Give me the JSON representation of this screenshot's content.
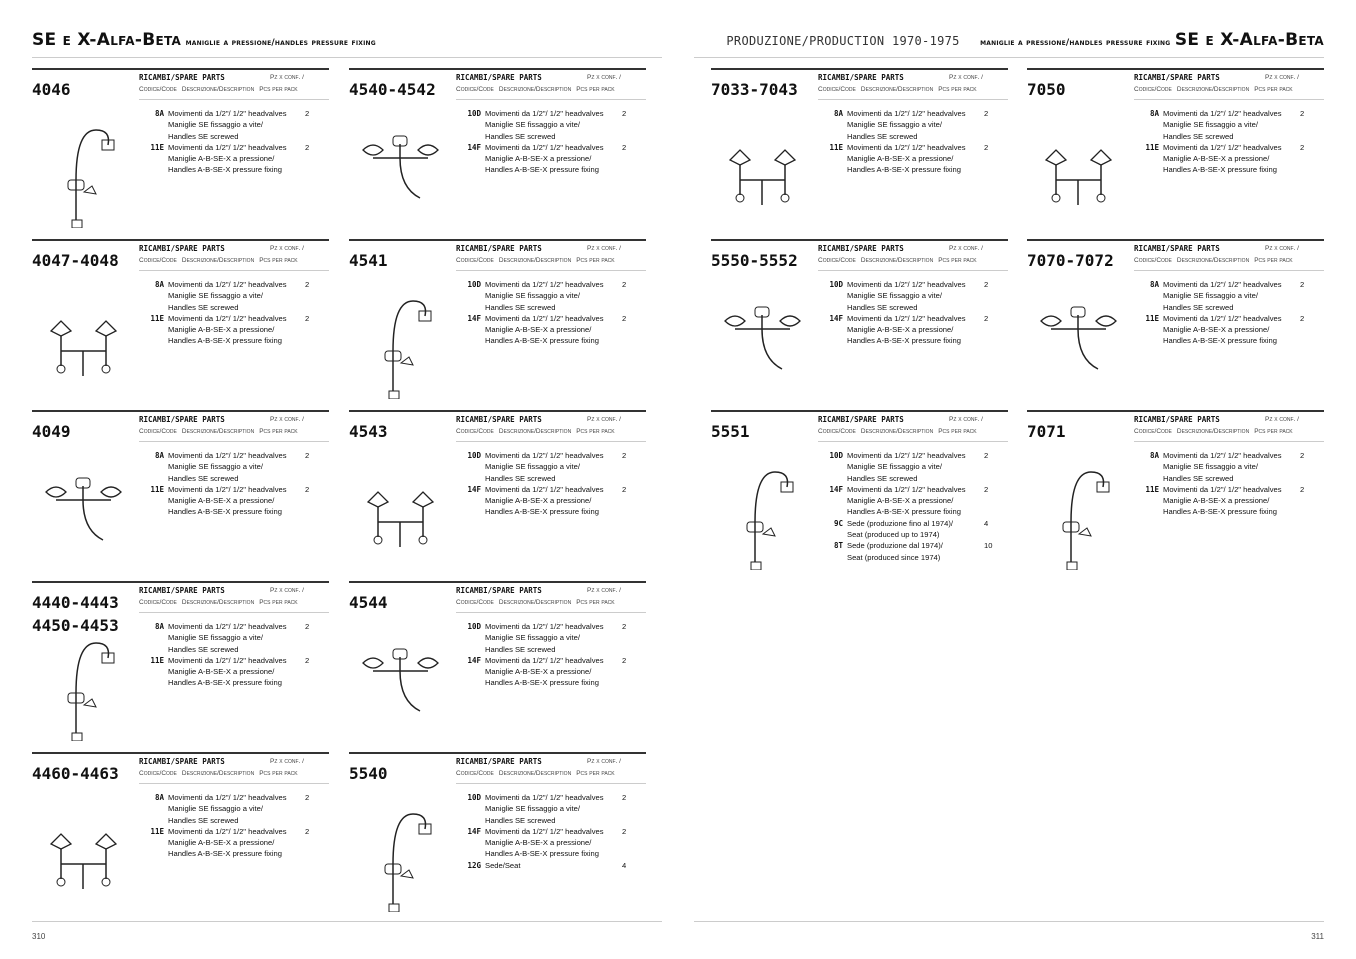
{
  "header_left": {
    "title": "SE e X-Alfa-Beta",
    "subtitle": "maniglie a pressione/handles pressure fixing"
  },
  "header_right": {
    "production": "PRODUZIONE/PRODUCTION 1970-1975",
    "subtitle": "maniglie a pressione/handles pressure fixing",
    "title": "SE e X-Alfa-Beta"
  },
  "labels": {
    "spare_parts": "RICAMBI/SPARE PARTS",
    "pz": "Pz x conf. /",
    "code": "Codice/Code",
    "description": "Descrizione/Description",
    "pcs": "Pcs per pack"
  },
  "footer": {
    "page_left": "310",
    "page_right": "311"
  },
  "columns": [
    [
      {
        "number": "4046",
        "parts": [
          {
            "code": "8A",
            "lines": [
              "Movimenti da 1/2\"/ 1/2\" headvalves",
              "Maniglie SE fissaggio a vite/",
              "Handles SE screwed"
            ],
            "qty": "2"
          },
          {
            "code": "11E",
            "lines": [
              "Movimenti da 1/2\"/ 1/2\" headvalves",
              "Maniglie A-B-SE-X a pressione/",
              "Handles A-B-SE-X pressure fixing"
            ],
            "qty": "2"
          }
        ]
      },
      {
        "number": "4047-4048",
        "parts": [
          {
            "code": "8A",
            "lines": [
              "Movimenti da 1/2\"/ 1/2\" headvalves",
              "Maniglie SE fissaggio a vite/",
              "Handles SE screwed"
            ],
            "qty": "2"
          },
          {
            "code": "11E",
            "lines": [
              "Movimenti da 1/2\"/ 1/2\" headvalves",
              "Maniglie A-B-SE-X a pressione/",
              "Handles A-B-SE-X pressure fixing"
            ],
            "qty": "2"
          }
        ]
      },
      {
        "number": "4049",
        "parts": [
          {
            "code": "8A",
            "lines": [
              "Movimenti da 1/2\"/ 1/2\" headvalves",
              "Maniglie SE fissaggio a vite/",
              "Handles SE screwed"
            ],
            "qty": "2"
          },
          {
            "code": "11E",
            "lines": [
              "Movimenti da 1/2\"/ 1/2\" headvalves",
              "Maniglie A-B-SE-X a pressione/",
              "Handles A-B-SE-X pressure fixing"
            ],
            "qty": "2"
          }
        ]
      },
      {
        "number": "4440-4443",
        "number2": "4450-4453",
        "parts": [
          {
            "code": "8A",
            "lines": [
              "Movimenti da 1/2\"/ 1/2\" headvalves",
              "Maniglie SE fissaggio a vite/",
              "Handles SE screwed"
            ],
            "qty": "2"
          },
          {
            "code": "11E",
            "lines": [
              "Movimenti da 1/2\"/ 1/2\" headvalves",
              "Maniglie A-B-SE-X a pressione/",
              "Handles A-B-SE-X pressure fixing"
            ],
            "qty": "2"
          }
        ]
      },
      {
        "number": "4460-4463",
        "parts": [
          {
            "code": "8A",
            "lines": [
              "Movimenti da 1/2\"/ 1/2\" headvalves",
              "Maniglie SE fissaggio a vite/",
              "Handles SE screwed"
            ],
            "qty": "2"
          },
          {
            "code": "11E",
            "lines": [
              "Movimenti da 1/2\"/ 1/2\" headvalves",
              "Maniglie A-B-SE-X a pressione/",
              "Handles A-B-SE-X pressure fixing"
            ],
            "qty": "2"
          }
        ]
      }
    ],
    [
      {
        "number": "4540-4542",
        "parts": [
          {
            "code": "10D",
            "lines": [
              "Movimenti da 1/2\"/ 1/2\" headvalves",
              "Maniglie SE fissaggio a vite/",
              "Handles SE screwed"
            ],
            "qty": "2"
          },
          {
            "code": "14F",
            "lines": [
              "Movimenti da 1/2\"/ 1/2\" headvalves",
              "Maniglie A-B-SE-X a pressione/",
              "Handles A-B-SE-X pressure fixing"
            ],
            "qty": "2"
          }
        ]
      },
      {
        "number": "4541",
        "parts": [
          {
            "code": "10D",
            "lines": [
              "Movimenti da 1/2\"/ 1/2\" headvalves",
              "Maniglie SE fissaggio a vite/",
              "Handles SE screwed"
            ],
            "qty": "2"
          },
          {
            "code": "14F",
            "lines": [
              "Movimenti da 1/2\"/ 1/2\" headvalves",
              "Maniglie A-B-SE-X a pressione/",
              "Handles A-B-SE-X pressure fixing"
            ],
            "qty": "2"
          }
        ]
      },
      {
        "number": "4543",
        "parts": [
          {
            "code": "10D",
            "lines": [
              "Movimenti da 1/2\"/ 1/2\" headvalves",
              "Maniglie SE fissaggio a vite/",
              "Handles SE screwed"
            ],
            "qty": "2"
          },
          {
            "code": "14F",
            "lines": [
              "Movimenti da 1/2\"/ 1/2\" headvalves",
              "Maniglie A-B-SE-X a pressione/",
              "Handles A-B-SE-X pressure fixing"
            ],
            "qty": "2"
          }
        ]
      },
      {
        "number": "4544",
        "parts": [
          {
            "code": "10D",
            "lines": [
              "Movimenti da 1/2\"/ 1/2\" headvalves",
              "Maniglie SE fissaggio a vite/",
              "Handles SE screwed"
            ],
            "qty": "2"
          },
          {
            "code": "14F",
            "lines": [
              "Movimenti da 1/2\"/ 1/2\" headvalves",
              "Maniglie A-B-SE-X a pressione/",
              "Handles A-B-SE-X pressure fixing"
            ],
            "qty": "2"
          }
        ]
      },
      {
        "number": "5540",
        "parts": [
          {
            "code": "10D",
            "lines": [
              "Movimenti da 1/2\"/ 1/2\" headvalves",
              "Maniglie SE fissaggio a vite/",
              "Handles SE screwed"
            ],
            "qty": "2"
          },
          {
            "code": "14F",
            "lines": [
              "Movimenti da 1/2\"/ 1/2\" headvalves",
              "Maniglie A-B-SE-X a pressione/",
              "Handles A-B-SE-X pressure fixing"
            ],
            "qty": "2"
          },
          {
            "code": "12G",
            "lines": [
              "Sede/Seat"
            ],
            "qty": "4"
          }
        ]
      }
    ],
    [
      {
        "number": "7033-7043",
        "parts": [
          {
            "code": "8A",
            "lines": [
              "Movimenti da 1/2\"/ 1/2\" headvalves",
              "Maniglie SE fissaggio a vite/",
              "Handles SE screwed"
            ],
            "qty": "2"
          },
          {
            "code": "11E",
            "lines": [
              "Movimenti da 1/2\"/ 1/2\" headvalves",
              "Maniglie A-B-SE-X a pressione/",
              "Handles A-B-SE-X pressure fixing"
            ],
            "qty": "2"
          }
        ]
      },
      {
        "number": "5550-5552",
        "parts": [
          {
            "code": "10D",
            "lines": [
              "Movimenti da 1/2\"/ 1/2\" headvalves",
              "Maniglie SE fissaggio a vite/",
              "Handles SE screwed"
            ],
            "qty": "2"
          },
          {
            "code": "14F",
            "lines": [
              "Movimenti da 1/2\"/ 1/2\" headvalves",
              "Maniglie A-B-SE-X a pressione/",
              "Handles A-B-SE-X pressure fixing"
            ],
            "qty": "2"
          }
        ]
      },
      {
        "number": "5551",
        "parts": [
          {
            "code": "10D",
            "lines": [
              "Movimenti da 1/2\"/ 1/2\" headvalves",
              "Maniglie SE fissaggio a vite/",
              "Handles SE screwed"
            ],
            "qty": "2"
          },
          {
            "code": "14F",
            "lines": [
              "Movimenti da 1/2\"/ 1/2\" headvalves",
              "Maniglie A-B-SE-X a pressione/",
              "Handles A-B-SE-X pressure fixing"
            ],
            "qty": "2"
          },
          {
            "code": "9C",
            "lines": [
              "Sede (produzione fino al 1974)/",
              "Seat (produced up to 1974)"
            ],
            "qty": "4"
          },
          {
            "code": "8T",
            "lines": [
              "Sede (produzione dal 1974)/",
              "Seat (produced since 1974)"
            ],
            "qty": "10"
          }
        ]
      }
    ],
    [
      {
        "number": "7050",
        "parts": [
          {
            "code": "8A",
            "lines": [
              "Movimenti da 1/2\"/ 1/2\" headvalves",
              "Maniglie SE fissaggio a vite/",
              "Handles SE screwed"
            ],
            "qty": "2"
          },
          {
            "code": "11E",
            "lines": [
              "Movimenti da 1/2\"/ 1/2\" headvalves",
              "Maniglie A-B-SE-X a pressione/",
              "Handles A-B-SE-X pressure fixing"
            ],
            "qty": "2"
          }
        ]
      },
      {
        "number": "7070-7072",
        "parts": [
          {
            "code": "8A",
            "lines": [
              "Movimenti da 1/2\"/ 1/2\" headvalves",
              "Maniglie SE fissaggio a vite/",
              "Handles SE screwed"
            ],
            "qty": "2"
          },
          {
            "code": "11E",
            "lines": [
              "Movimenti da 1/2\"/ 1/2\" headvalves",
              "Maniglie A-B-SE-X a pressione/",
              "Handles A-B-SE-X pressure fixing"
            ],
            "qty": "2"
          }
        ]
      },
      {
        "number": "7071",
        "parts": [
          {
            "code": "8A",
            "lines": [
              "Movimenti da 1/2\"/ 1/2\" headvalves",
              "Maniglie SE fissaggio a vite/",
              "Handles SE screwed"
            ],
            "qty": "2"
          },
          {
            "code": "11E",
            "lines": [
              "Movimenti da 1/2\"/ 1/2\" headvalves",
              "Maniglie A-B-SE-X a pressione/",
              "Handles A-B-SE-X pressure fixing"
            ],
            "qty": "2"
          }
        ]
      }
    ]
  ]
}
